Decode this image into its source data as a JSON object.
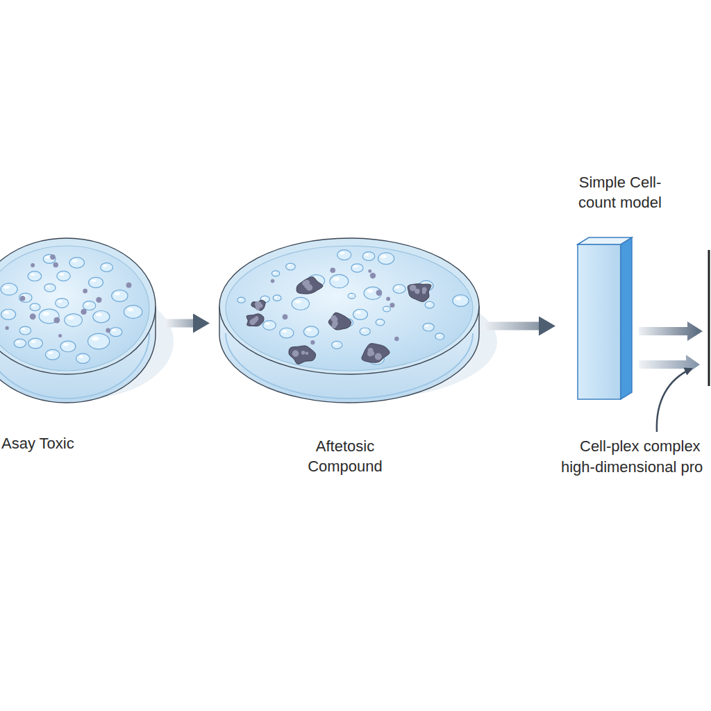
{
  "diagram": {
    "nodes": [
      {
        "text": [
          "Asay Toxic"
        ]
      },
      {
        "text": [
          "Aftetosic Compound"
        ]
      },
      {
        "text": [
          "Simple Cell-count model"
        ]
      }
    ],
    "edges": [
      {
        "from": 0,
        "to": 1,
        "arrow": "to"
      },
      {
        "from": 1,
        "to": 2,
        "arrow": "to"
      }
    ],
    "labels": [
      "Cell-plex complex",
      "high-dimensional pro"
    ]
  }
}
